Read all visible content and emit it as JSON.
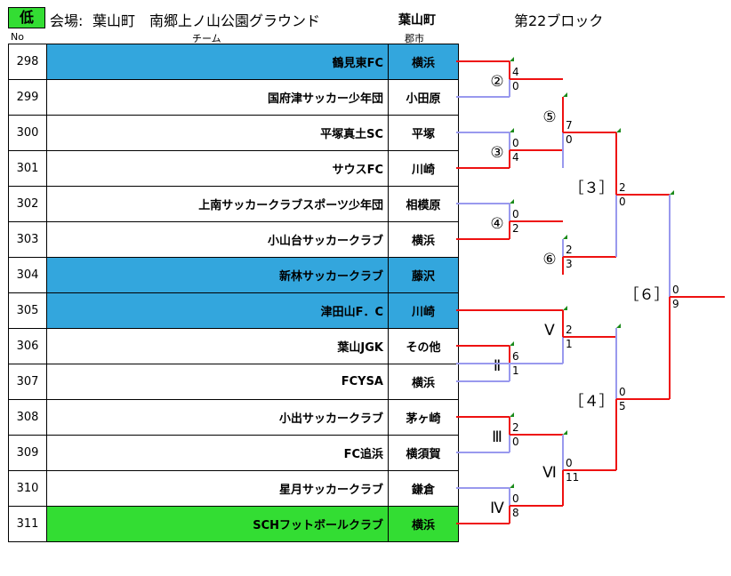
{
  "header": {
    "level_badge": "低",
    "venue_label": "会場:",
    "venue_name": "葉山町　南郷上ノ山公園グラウンド",
    "venue_city": "葉山町",
    "block_title": "第22ブロック"
  },
  "columns": {
    "no": "No",
    "team": "チーム",
    "city": "郡市"
  },
  "teams": [
    {
      "no": "298",
      "name": "鶴見東FC",
      "city": "横浜",
      "highlight": "blue"
    },
    {
      "no": "299",
      "name": "国府津サッカー少年団",
      "city": "小田原",
      "highlight": ""
    },
    {
      "no": "300",
      "name": "平塚真土SC",
      "city": "平塚",
      "highlight": ""
    },
    {
      "no": "301",
      "name": "サウスFC",
      "city": "川崎",
      "highlight": ""
    },
    {
      "no": "302",
      "name": "上南サッカークラブスポーツ少年団",
      "city": "相模原",
      "highlight": ""
    },
    {
      "no": "303",
      "name": "小山台サッカークラブ",
      "city": "横浜",
      "highlight": ""
    },
    {
      "no": "304",
      "name": "新林サッカークラブ",
      "city": "藤沢",
      "highlight": "blue"
    },
    {
      "no": "305",
      "name": "津田山F．C",
      "city": "川崎",
      "highlight": "blue"
    },
    {
      "no": "306",
      "name": "葉山JGK",
      "city": "その他",
      "highlight": ""
    },
    {
      "no": "307",
      "name": "FCYSA",
      "city": "横浜",
      "highlight": ""
    },
    {
      "no": "308",
      "name": "小出サッカークラブ",
      "city": "茅ヶ崎",
      "highlight": ""
    },
    {
      "no": "309",
      "name": "FC追浜",
      "city": "横須賀",
      "highlight": ""
    },
    {
      "no": "310",
      "name": "星月サッカークラブ",
      "city": "鎌倉",
      "highlight": ""
    },
    {
      "no": "311",
      "name": "SCHフットボールクラブ",
      "city": "横浜",
      "highlight": "green"
    }
  ],
  "matches": [
    {
      "label": "②",
      "score_top": "4",
      "score_bottom": "0"
    },
    {
      "label": "③",
      "score_top": "0",
      "score_bottom": "4"
    },
    {
      "label": "④",
      "score_top": "0",
      "score_bottom": "2"
    },
    {
      "label": "Ⅱ",
      "score_top": "6",
      "score_bottom": "1"
    },
    {
      "label": "Ⅲ",
      "score_top": "2",
      "score_bottom": "0"
    },
    {
      "label": "Ⅳ",
      "score_top": "0",
      "score_bottom": "8"
    },
    {
      "label": "⑤",
      "score_top": "7",
      "score_bottom": "0"
    },
    {
      "label": "⑥",
      "score_top": "2",
      "score_bottom": "3"
    },
    {
      "label": "Ⅴ",
      "score_top": "2",
      "score_bottom": "1"
    },
    {
      "label": "Ⅵ",
      "score_top": "0",
      "score_bottom": "11"
    },
    {
      "label": "［３］",
      "score_top": "2",
      "score_bottom": "0"
    },
    {
      "label": "［４］",
      "score_top": "0",
      "score_bottom": "5"
    },
    {
      "label": "［６］",
      "score_top": "0",
      "score_bottom": "9"
    }
  ],
  "colors": {
    "win": "#ee1111",
    "lose": "#9999ee",
    "blue_row": "#33a6dd",
    "green_row": "#33dd33",
    "badge": "#33dd33"
  }
}
